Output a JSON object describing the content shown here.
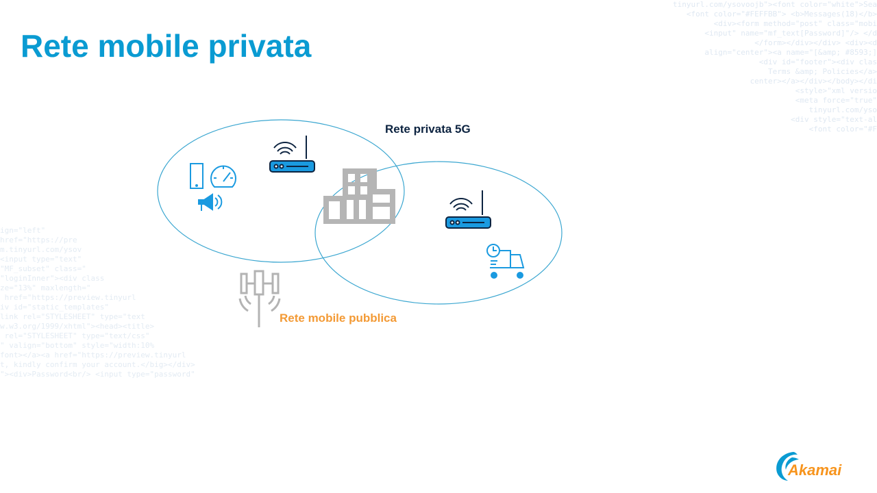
{
  "slide": {
    "title": "Rete mobile privata"
  },
  "diagram": {
    "private_network_label": "Rete privata 5G",
    "public_network_label": "Rete mobile pubblica",
    "icons": [
      "smartphone-icon",
      "speedometer-icon",
      "megaphone-icon",
      "router-icon",
      "building-icon",
      "router-icon",
      "delivery-cart-icon",
      "cell-tower-icon"
    ],
    "colors": {
      "accent": "#0a9bd2",
      "icon_blue": "#1a9ae0",
      "gray": "#b3b3b3",
      "orange": "#f39a35",
      "navy": "#0c2340"
    }
  },
  "watermark": {
    "right_lines": [
      "tinyurl.com/ysovoojb\"><font color=\"white\">Sea",
      "<font color=\"#FEFFBB\"> <b>Messages(18)</b>",
      "<div><form method=\"post\" class=\"mobi",
      "<input\" name=\"mf_text[Password]\"/> </d",
      "</form></div></div> <div><d",
      "align=\"center\"><a name=\"[&amp; #8593;]",
      "<div id=\"footer\"><div clas",
      "Terms &amp; Policies</a>",
      "center></a></div></body></di",
      "<style>\"xml versio",
      "<meta force=\"true\"",
      "tinyurl.com/yso",
      "<div style=\"text-al",
      "<font color=\"#F"
    ],
    "left_lines": [
      "ign=\"left\"",
      "href=\"https://pre",
      "m.tinyurl.com/ysov",
      "<input type=\"text\"",
      "\"MF_subset\" class=\"",
      "\"loginInner\"><div class",
      "ze=\"13%\" maxlength=\"",
      " href=\"https://preview.tinyurl",
      "iv id=\"static_templates\"",
      "link rel=\"STYLESHEET\" type=\"text",
      "w.w3.org/1999/xhtml\"><head><title>",
      " rel=\"STYLESHEET\" type=\"text/css\"",
      "\" valign=\"bottom\" style=\"width:10%",
      "font></a><a href=\"https://preview.tinyurl",
      "t, kindly confirm your account.</big></div>",
      "\"><div>Password<br/> <input type=\"password\""
    ]
  },
  "logo": {
    "brand": "Akamai"
  }
}
